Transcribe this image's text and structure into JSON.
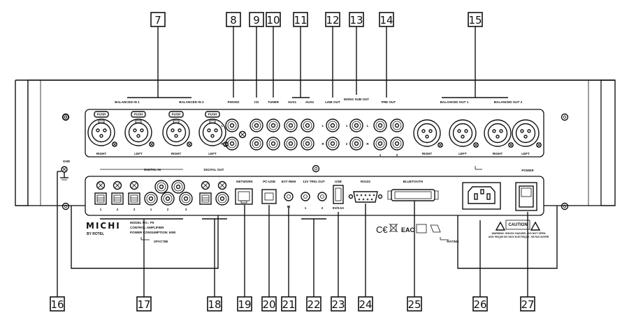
{
  "callouts": [
    "7",
    "8",
    "9",
    "10",
    "11",
    "12",
    "13",
    "14",
    "15",
    "16",
    "17",
    "18",
    "19",
    "20",
    "21",
    "22",
    "23",
    "24",
    "25",
    "26",
    "27"
  ],
  "upper_labels": {
    "balanced_in_1": "BALANCED IN 1",
    "balanced_in_2": "BALANCED IN 2",
    "phono": "PHONO",
    "cd": "CD",
    "tuner": "TUNER",
    "aux1": "AUX1",
    "aux2": "AUX2",
    "line_out": "LINE OUT",
    "mono_sub_out": "MONO SUB OUT",
    "pre_out": "PRE OUT",
    "balanced_out_1": "BALANCED OUT 1",
    "balanced_out_2": "BALANCED OUT 2"
  },
  "xlr": {
    "push": "PUSH",
    "right": "RIGHT",
    "left": "LEFT"
  },
  "channel": {
    "l": "L",
    "r": "R",
    "one": "1",
    "two": "2",
    "three": "3"
  },
  "lower_labels": {
    "digital_in": "DIGITAL IN",
    "digital_out": "DIGITAL OUT",
    "network": "NETWORK",
    "pc_usb": "PC-USB",
    "ext_rem": "EXT REM",
    "trig_out": "12V TRIG OUT",
    "usb": "USB",
    "usb_rating": "5V/0.5A",
    "rs232": "RS232",
    "bluetooth": "BLUETOOTH",
    "power": "POWER",
    "gnd": "GND",
    "ir": "IR"
  },
  "branding": {
    "michi": "MICHI",
    "by_rotel": "BY ROTEL",
    "model": "MODEL NO.: P5",
    "type": "CONTROL AMPLIFIER",
    "consumption": "POWER CONSUMPTION: 60W",
    "serial_tag": "XPVC788",
    "caution": "CAUTION",
    "warning": "WARNING: SHOCK HAZARD - DO NOT OPEN",
    "warning_fr": "AVIS: RISQUE DE CHOC ELECTRIQUE - NE PAS OUVRIR",
    "rating_tag": "RATING"
  }
}
